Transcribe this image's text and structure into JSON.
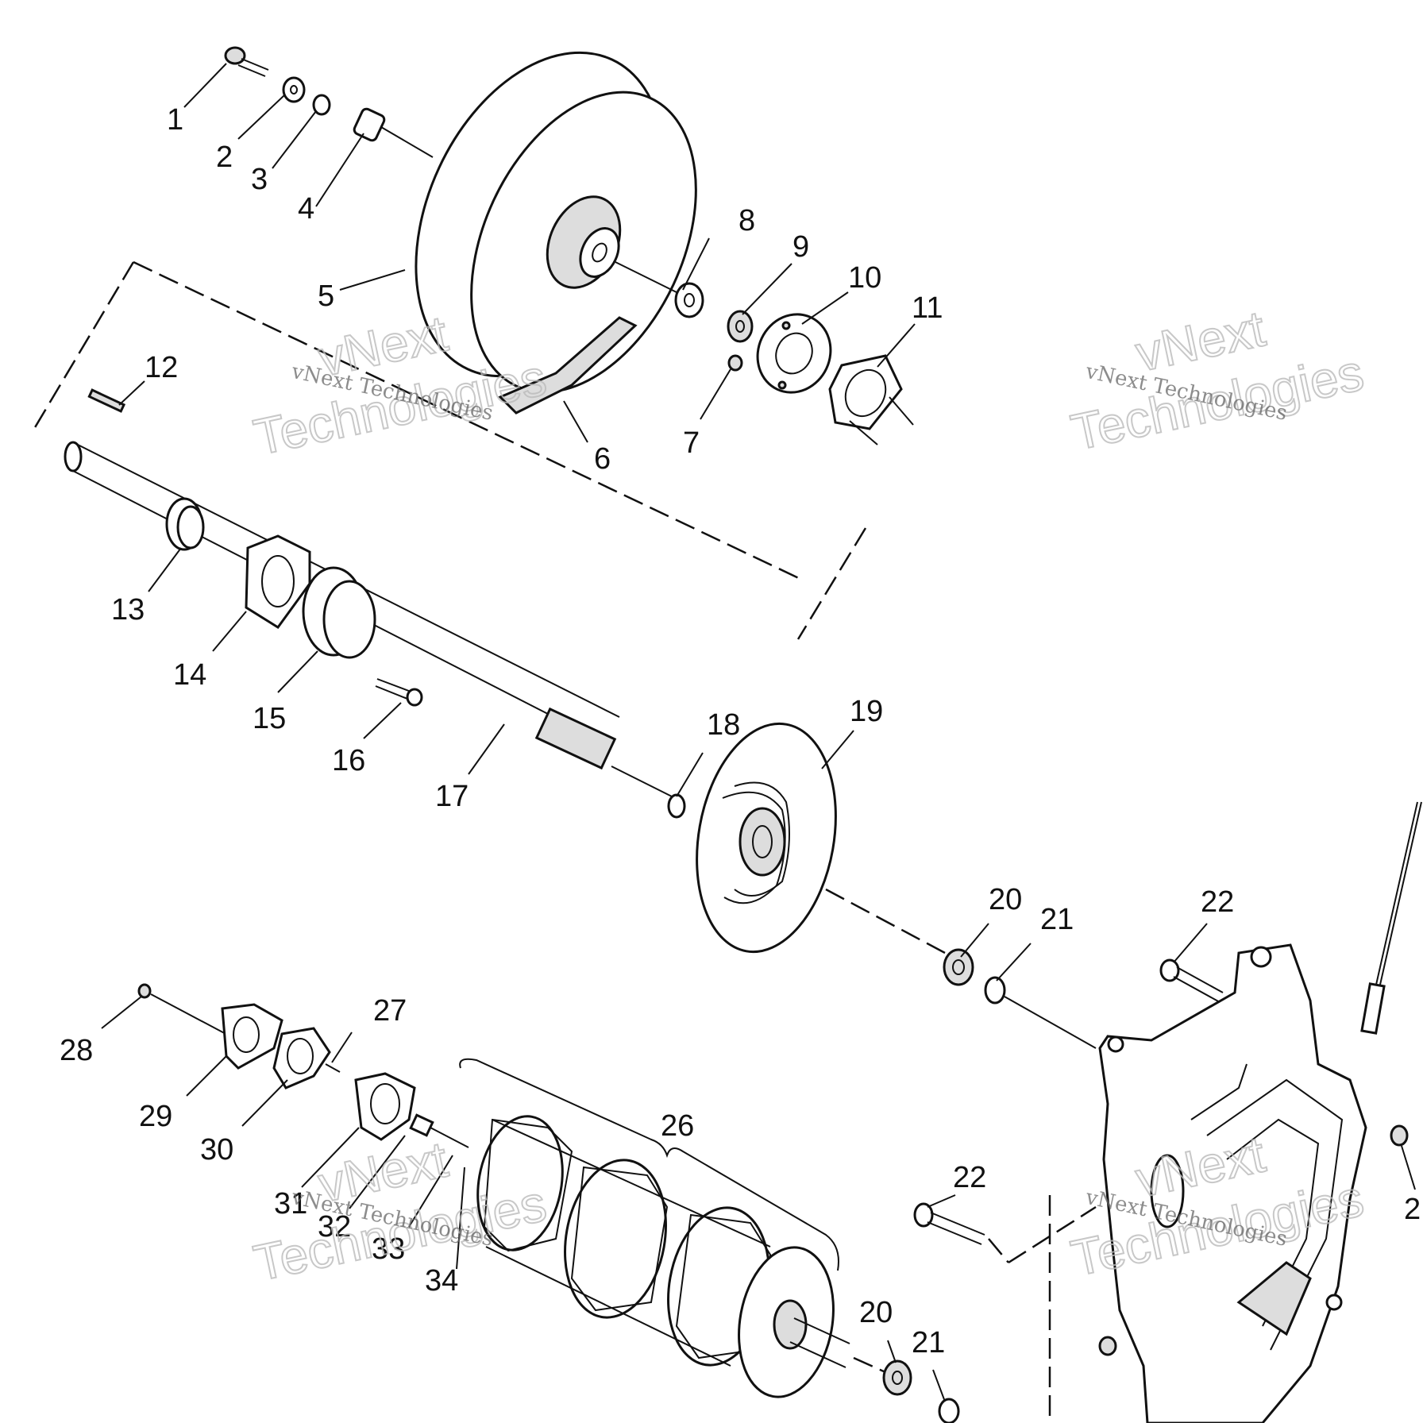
{
  "callouts": [
    "1",
    "2",
    "3",
    "4",
    "5",
    "6",
    "7",
    "8",
    "9",
    "10",
    "11",
    "12",
    "13",
    "14",
    "15",
    "16",
    "17",
    "18",
    "19",
    "20",
    "21",
    "22",
    "22",
    "20",
    "21",
    "26",
    "27",
    "28",
    "29",
    "30",
    "31",
    "32",
    "33",
    "34",
    "2"
  ],
  "watermark": {
    "small": "vNext Technologies",
    "big_line1": "vNext",
    "big_line2": "Technologies"
  }
}
